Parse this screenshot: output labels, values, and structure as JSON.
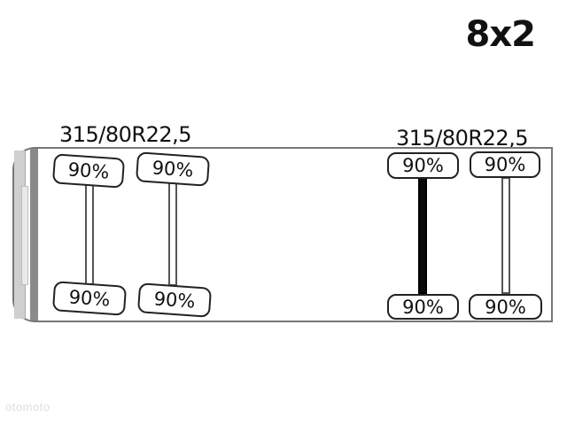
{
  "configuration": "8x2",
  "front_group": {
    "tire_size": "315/80R22,5"
  },
  "rear_group": {
    "tire_size": "315/80R22,5"
  },
  "axles": [
    {
      "left_tread": "90%",
      "right_tread": "90%"
    },
    {
      "left_tread": "90%",
      "right_tread": "90%"
    },
    {
      "left_tread": "90%",
      "right_tread": "90%",
      "drive": true
    },
    {
      "left_tread": "90%",
      "right_tread": "90%"
    }
  ],
  "watermark": "otomoto"
}
